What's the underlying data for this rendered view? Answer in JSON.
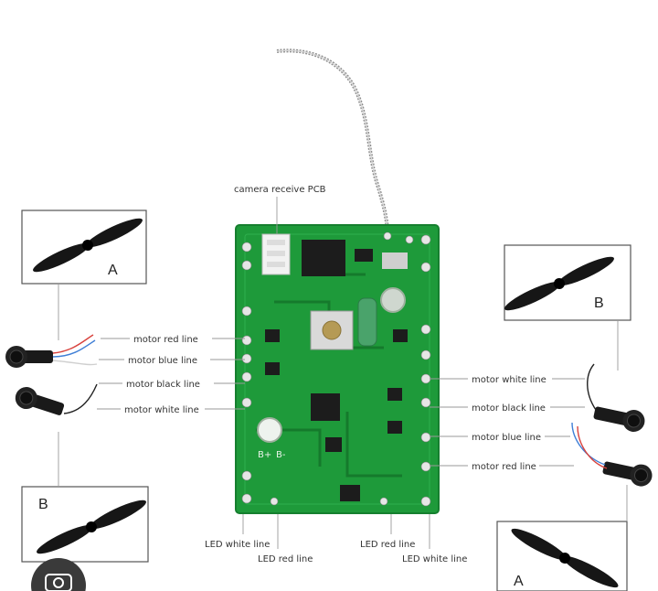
{
  "labels": {
    "camera": "camera receive PCB",
    "left_motor_red": "motor red line",
    "left_motor_blue": "motor blue line",
    "left_motor_black": "motor black line",
    "left_motor_white": "motor white line",
    "right_motor_white": "motor white line",
    "right_motor_black": "motor black line",
    "right_motor_blue": "motor blue line",
    "right_motor_red": "motor red line",
    "led_white_left": "LED white line",
    "led_red_left": "LED red line",
    "led_red_right": "LED red line",
    "led_white_right": "LED white line"
  },
  "propellers": {
    "top_left": "A",
    "bottom_left": "B",
    "top_right": "B",
    "bottom_right": "A"
  },
  "board": {
    "pos": "B+",
    "neg": "B-"
  },
  "colors": {
    "pcb": "#1e9a3a",
    "pcb_dark": "#157a2c",
    "red_wire": "#d8413c",
    "blue_wire": "#3f7fd6",
    "black_wire": "#222222",
    "white_wire": "#cfcfcf"
  }
}
